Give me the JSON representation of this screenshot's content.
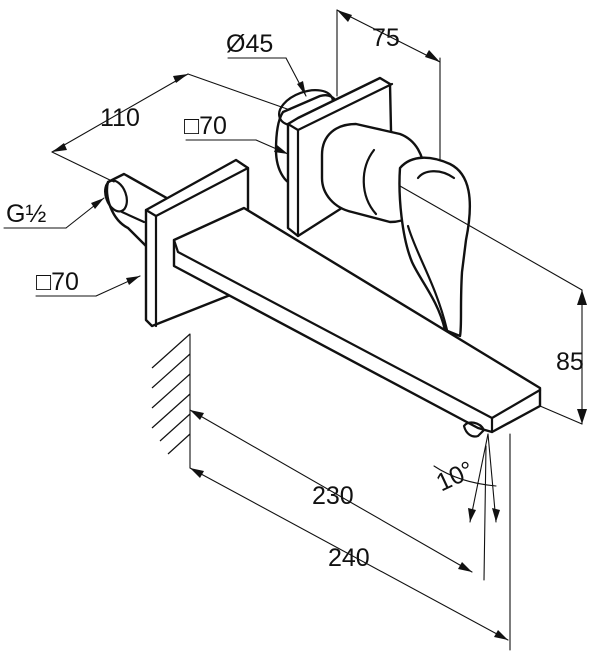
{
  "dimensions": {
    "diameter_45": "Ø45",
    "depth_75": "75",
    "offset_110": "110",
    "square_70_top": "□70",
    "thread": "G½",
    "square_70_bottom": "□70",
    "height_85": "85",
    "angle_10": "10°",
    "length_230": "230",
    "length_240": "240"
  }
}
